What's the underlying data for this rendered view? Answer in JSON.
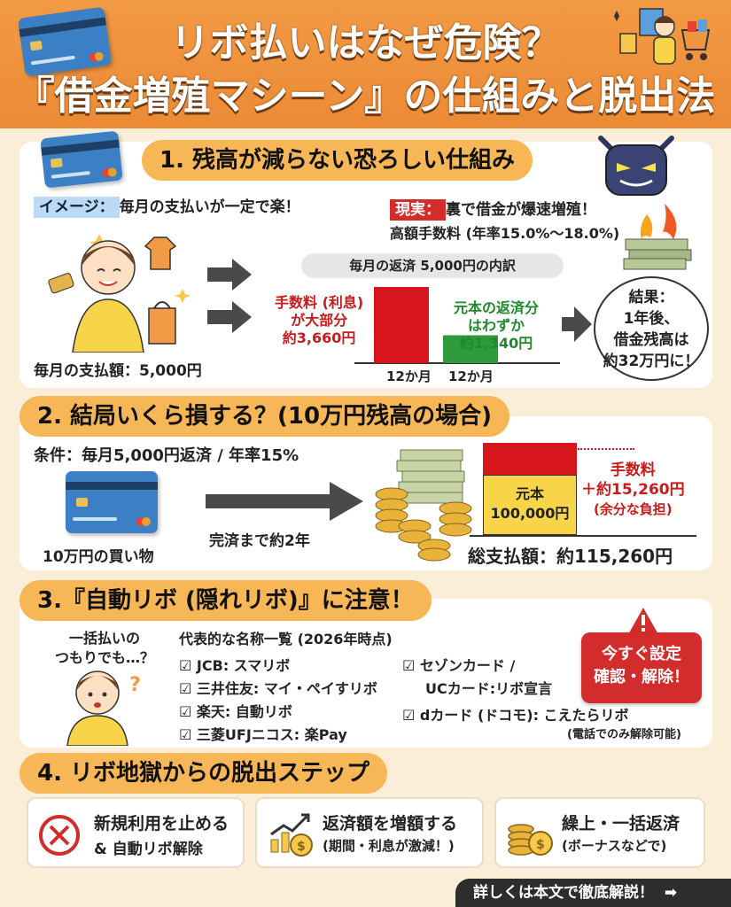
{
  "header": {
    "title_line1": "リボ払いはなぜ危険？",
    "title_line2": "『借金増殖マシーン』の仕組みと脱出法"
  },
  "section1": {
    "heading": "1. 残高が減らない恐ろしい仕組み",
    "image_tag": "イメージ：",
    "image_text": "毎月の支払いが一定で楽！",
    "monthly_payment": "毎月の支払額：5,000円",
    "reality_tag": "現実：",
    "reality_text": "裏で借金が爆速増殖！",
    "fee_rate": "高額手数料 (年率15.0%〜18.0%)",
    "breakdown_title": "毎月の返済 5,000円の内訳",
    "fee_label_line1": "手数料 (利息)",
    "fee_label_line2": "が大部分",
    "fee_label_line3": "約3,660円",
    "principal_label_line1": "元本の返済分",
    "principal_label_line2": "はわずか",
    "principal_label_line3": "約1,340円",
    "x_label_1": "12か月",
    "x_label_2": "12か月",
    "result_line1": "結果：",
    "result_line2": "1年後、",
    "result_line3": "借金残高は",
    "result_line4": "約32万円に！"
  },
  "section2": {
    "heading": "2. 結局いくら損する？(10万円残高の場合)",
    "condition": "条件：毎月5,000円返済 / 年率15%",
    "purchase_label": "10万円の買い物",
    "duration": "完済まで約2年",
    "principal_line1": "元本",
    "principal_line2": "100,000円",
    "fee_line1": "手数料",
    "fee_line2": "＋約15,260円",
    "fee_line3": "(余分な負担)",
    "total": "総支払額：約115,260円"
  },
  "section3": {
    "heading": "3.『自動リボ (隠れリボ)』に注意！",
    "thought_line1": "一括払いの",
    "thought_line2": "つもりでも…？",
    "list_title": "代表的な名称一覧 (2026年時点)",
    "items_left": [
      "JCB: スマリボ",
      "三井住友: マイ・ペイすリボ",
      "楽天: 自動リボ",
      "三菱UFJニコス: 楽Pay"
    ],
    "item_right1_line1": "セゾンカード /",
    "item_right1_line2": "UCカード:リボ宣言",
    "item_right2": "dカード (ドコモ): こえたらリボ",
    "item_right2_note": "(電話でのみ解除可能)",
    "warn_line1": "今すぐ設定",
    "warn_line2": "確認・解除！"
  },
  "section4": {
    "heading": "4. リボ地獄からの脱出ステップ",
    "steps": [
      {
        "line1": "新規利用を止める",
        "line2": "& 自動リボ解除",
        "icon": "prohibit-icon"
      },
      {
        "line1": "返済額を増額する",
        "line2": "(期間・利息が激減！)",
        "icon": "growth-coins-icon"
      },
      {
        "line1": "繰上・一括返済",
        "line2": "(ボーナスなどで)",
        "icon": "coin-stack-icon"
      }
    ]
  },
  "footer": {
    "cta": "詳しくは本文で徹底解説！"
  },
  "chart_data": {
    "type": "bar",
    "categories": [
      "12か月",
      "12か月"
    ],
    "values": [
      3660,
      1340
    ],
    "title": "毎月の返済 5,000円の内訳"
  },
  "colors": {
    "header": "#ec8a35",
    "pill": "#f8b757",
    "fee_red": "#d6161c",
    "principal_green": "#2e9a3a",
    "principal_yellow": "#f8d548"
  }
}
